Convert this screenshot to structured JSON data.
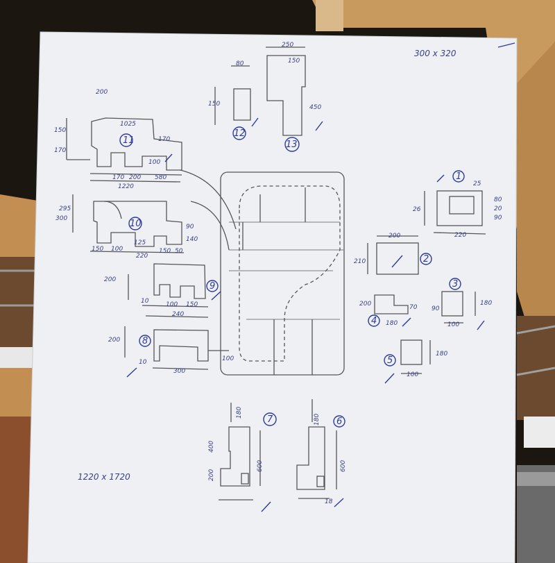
{
  "photo": {
    "subject": "hand-drawn sketch of model railway layout building footprints with numbered buildings",
    "colors": {
      "paper": "#eef0f3",
      "pencil": "#4a4a4a",
      "pen": "#2f3a9a",
      "wood": "#c99a5e",
      "background": "#1e1812"
    }
  },
  "sheet_notes": {
    "top_right": "300 x 320",
    "bottom_left": "1220 x 1720"
  },
  "buildings": [
    {
      "number": "1",
      "dims": [
        "25",
        "80",
        "20",
        "90",
        "26",
        "220"
      ]
    },
    {
      "number": "2",
      "dims": [
        "200",
        "210"
      ]
    },
    {
      "number": "3",
      "dims": [
        "180",
        "100",
        "90"
      ]
    },
    {
      "number": "4",
      "dims": [
        "200",
        "180",
        "70"
      ]
    },
    {
      "number": "5",
      "dims": [
        "180",
        "100"
      ]
    },
    {
      "number": "6",
      "dims": [
        "180",
        "600",
        "18"
      ]
    },
    {
      "number": "7",
      "dims": [
        "180",
        "600",
        "400",
        "200"
      ]
    },
    {
      "number": "8",
      "dims": [
        "200",
        "300",
        "10",
        "100"
      ]
    },
    {
      "number": "9",
      "dims": [
        "200",
        "100",
        "150",
        "240",
        "10"
      ]
    },
    {
      "number": "10",
      "dims": [
        "295",
        "300",
        "150",
        "100",
        "125",
        "150",
        "50",
        "220",
        "90",
        "140"
      ]
    },
    {
      "number": "11",
      "dims": [
        "200",
        "150",
        "170",
        "1025",
        "170",
        "170",
        "100",
        "200",
        "580",
        "1220"
      ]
    },
    {
      "number": "12",
      "dims": [
        "150",
        "80"
      ]
    },
    {
      "number": "13",
      "dims": [
        "250",
        "150",
        "450"
      ]
    }
  ]
}
